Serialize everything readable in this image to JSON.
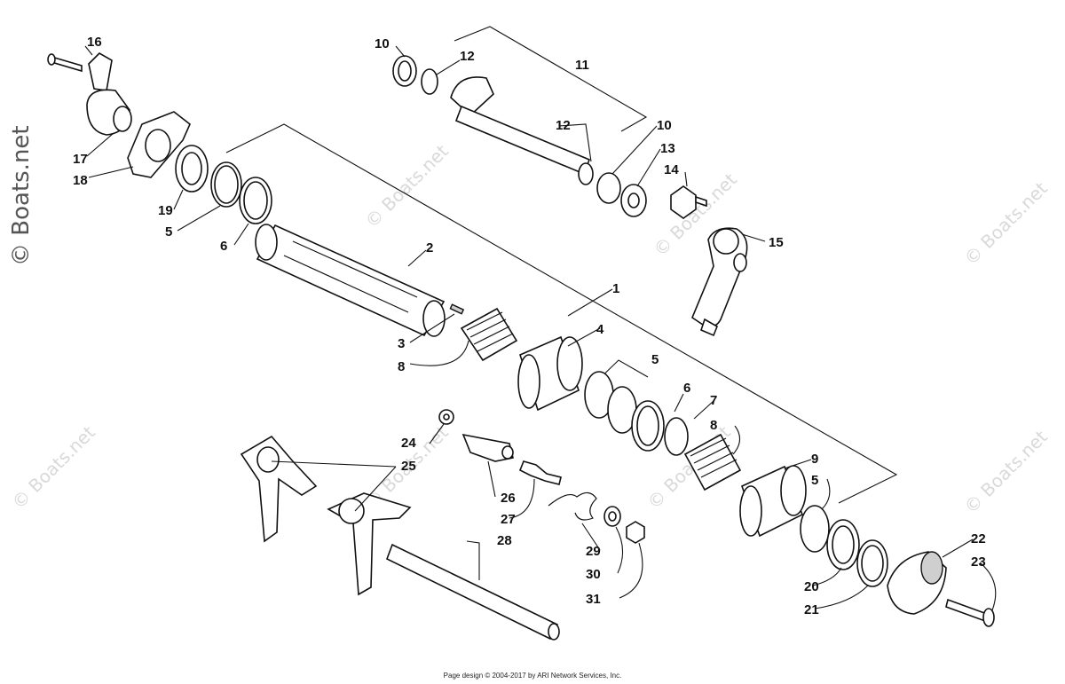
{
  "watermark": {
    "text": "© Boats.net"
  },
  "footer": {
    "text": "Page design © 2004-2017 by ARI Network Services, Inc."
  },
  "callouts": {
    "c1": "1",
    "c2": "2",
    "c3": "3",
    "c4": "4",
    "c5a": "5",
    "c5b": "5",
    "c5c": "5",
    "c6a": "6",
    "c6b": "6",
    "c7": "7",
    "c8a": "8",
    "c8b": "8",
    "c9": "9",
    "c10a": "10",
    "c10b": "10",
    "c11": "11",
    "c12a": "12",
    "c12b": "12",
    "c13": "13",
    "c14": "14",
    "c15": "15",
    "c16": "16",
    "c17": "17",
    "c18": "18",
    "c19": "19",
    "c20": "20",
    "c21": "21",
    "c22": "22",
    "c23": "23",
    "c24": "24",
    "c25": "25",
    "c26": "26",
    "c27": "27",
    "c28": "28",
    "c29": "29",
    "c30": "30",
    "c31": "31"
  }
}
